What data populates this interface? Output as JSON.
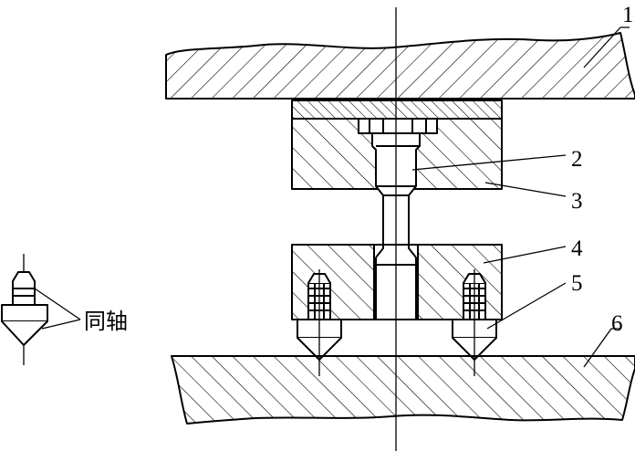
{
  "labels": {
    "part_1": "1",
    "part_2": "2",
    "part_3": "3",
    "part_4": "4",
    "part_5": "5",
    "part_6": "6",
    "coaxial": "同轴"
  },
  "colors": {
    "ink": "#000000",
    "paper": "#ffffff"
  }
}
